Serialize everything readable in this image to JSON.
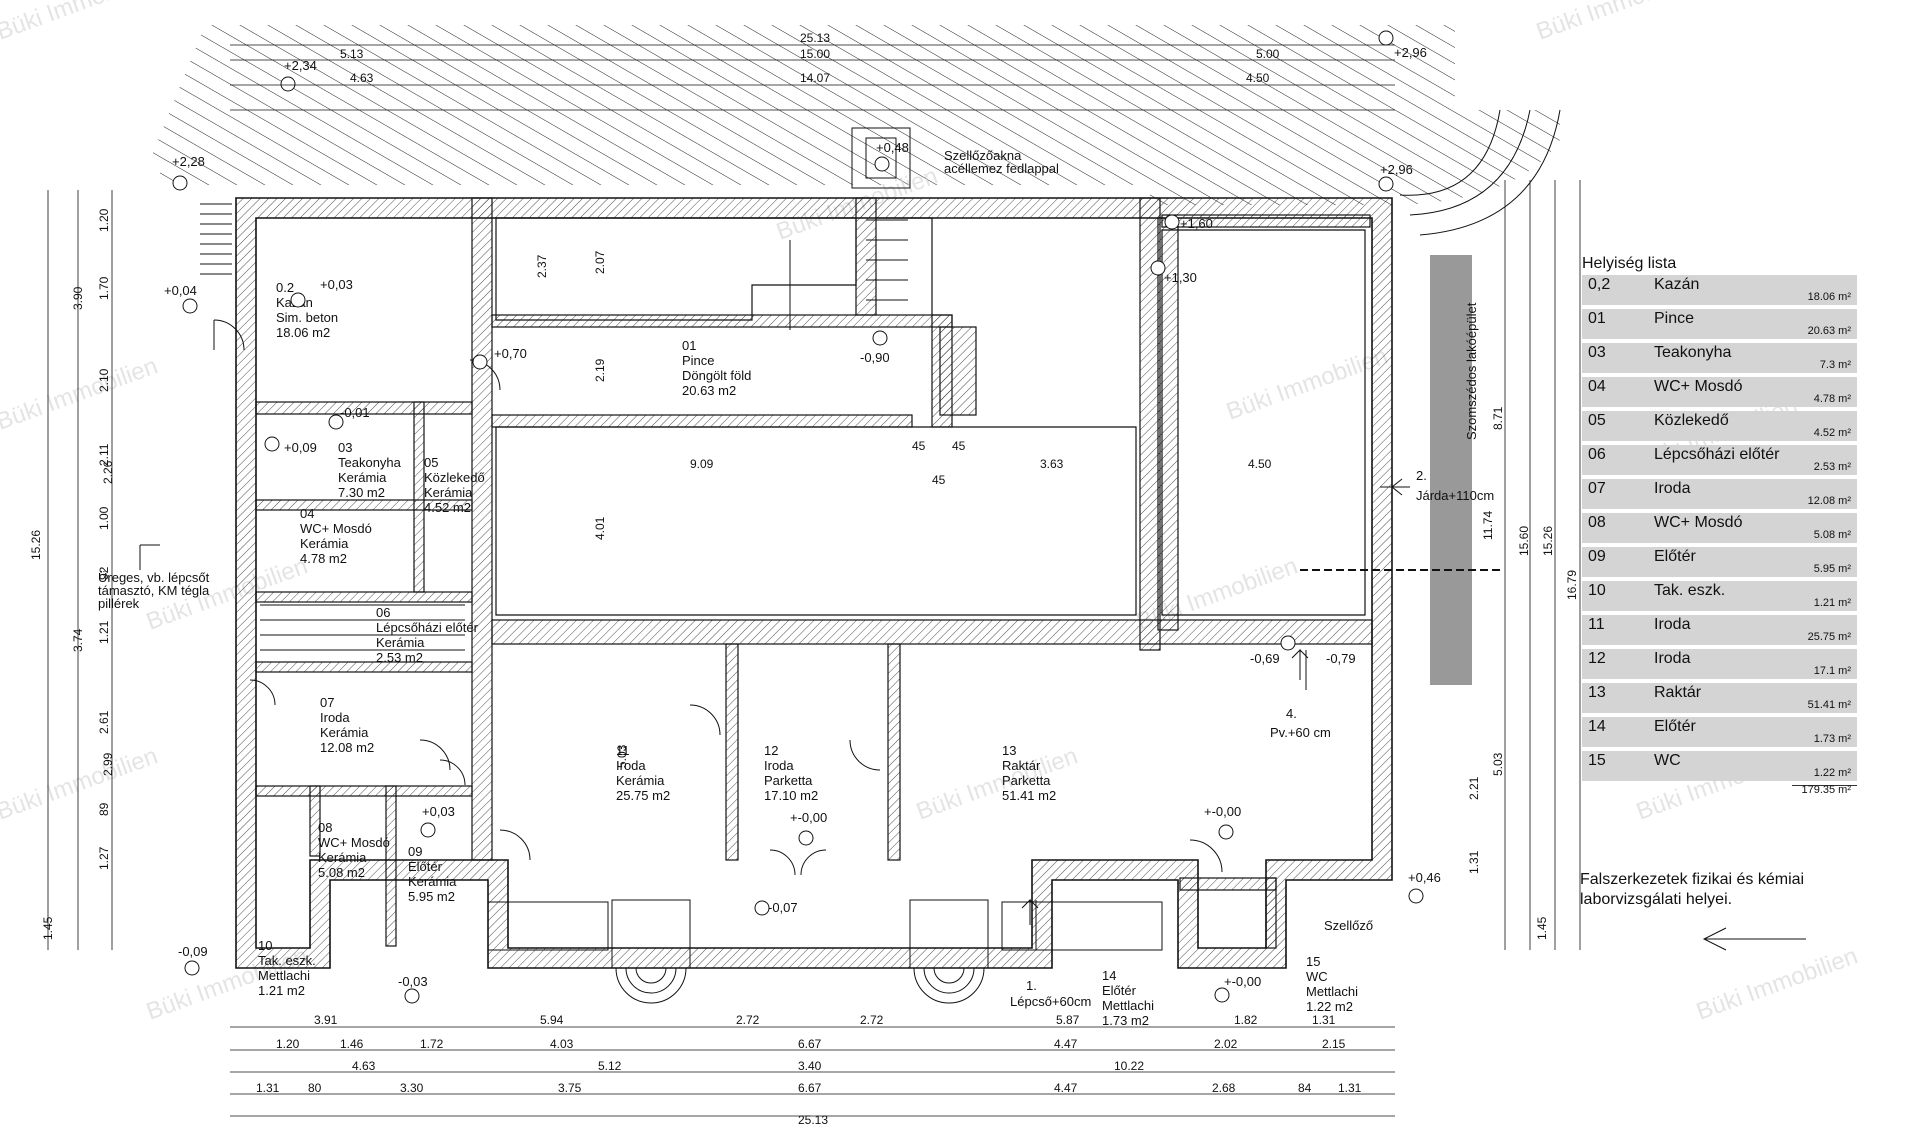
{
  "rooms": [
    {
      "id": "kazan",
      "num": "0.2",
      "name": "Kazán",
      "floor": "Sim. beton",
      "area": "18.06 m2"
    },
    {
      "id": "pince",
      "num": "01",
      "name": "Pince",
      "floor": "Döngölt föld",
      "area": "20.63 m2"
    },
    {
      "id": "teakonyha",
      "num": "03",
      "name": "Teakonyha",
      "floor": "Kerámia",
      "area": "7.30 m2"
    },
    {
      "id": "wc-mosdo-04",
      "num": "04",
      "name": "WC+ Mosdó",
      "floor": "Kerámia",
      "area": "4.78 m2"
    },
    {
      "id": "kozlekedo",
      "num": "05",
      "name": "Közlekedő",
      "floor": "Kerámia",
      "area": "4.52 m2"
    },
    {
      "id": "lepcsohazi",
      "num": "06",
      "name": "Lépcsőházi előtér",
      "floor": "Kerámia",
      "area": "2.53 m2"
    },
    {
      "id": "iroda-07",
      "num": "07",
      "name": "Iroda",
      "floor": "Kerámia",
      "area": "12.08 m2"
    },
    {
      "id": "wc-mosdo-08",
      "num": "08",
      "name": "WC+ Mosdó",
      "floor": "Kerámia",
      "area": "5.08 m2"
    },
    {
      "id": "eloter-09",
      "num": "09",
      "name": "Előtér",
      "floor": "Kerámia",
      "area": "5.95 m2"
    },
    {
      "id": "tak-eszk",
      "num": "10",
      "name": "Tak. eszk.",
      "floor": "Mettlachi",
      "area": "1.21 m2"
    },
    {
      "id": "iroda-11",
      "num": "11",
      "name": "Iroda",
      "floor": "Kerámia",
      "area": "25.75 m2"
    },
    {
      "id": "iroda-12",
      "num": "12",
      "name": "Iroda",
      "floor": "Parketta",
      "area": "17.10 m2"
    },
    {
      "id": "raktar",
      "num": "13",
      "name": "Raktár",
      "floor": "Parketta",
      "area": "51.41 m2"
    },
    {
      "id": "eloter-14",
      "num": "14",
      "name": "Előtér",
      "floor": "Mettlachi",
      "area": "1.73 m2"
    },
    {
      "id": "wc-15",
      "num": "15",
      "name": "WC",
      "floor": "Mettlachi",
      "area": "1.22 m2"
    }
  ],
  "room_list": {
    "title": "Helyiség lista",
    "rows": [
      {
        "num": "0,2",
        "name": "Kazán",
        "area": "18.06 m²"
      },
      {
        "num": "01",
        "name": "Pince",
        "area": "20.63 m²"
      },
      {
        "num": "03",
        "name": "Teakonyha",
        "area": "7.3 m²"
      },
      {
        "num": "04",
        "name": "WC+ Mosdó",
        "area": "4.78 m²"
      },
      {
        "num": "05",
        "name": "Közlekedő",
        "area": "4.52 m²"
      },
      {
        "num": "06",
        "name": "Lépcsőházi előtér",
        "area": "2.53 m²"
      },
      {
        "num": "07",
        "name": "Iroda",
        "area": "12.08 m²"
      },
      {
        "num": "08",
        "name": "WC+ Mosdó",
        "area": "5.08 m²"
      },
      {
        "num": "09",
        "name": "Előtér",
        "area": "5.95 m²"
      },
      {
        "num": "10",
        "name": "Tak. eszk.",
        "area": "1.21 m²"
      },
      {
        "num": "11",
        "name": "Iroda",
        "area": "25.75 m²"
      },
      {
        "num": "12",
        "name": "Iroda",
        "area": "17.1 m²"
      },
      {
        "num": "13",
        "name": "Raktár",
        "area": "51.41 m²"
      },
      {
        "num": "14",
        "name": "Előtér",
        "area": "1.73 m²"
      },
      {
        "num": "15",
        "name": "WC",
        "area": "1.22 m²"
      }
    ],
    "total": "179.35 m²"
  },
  "annotations": {
    "neighbor_building": "Szomszédos lakóépület",
    "shaft": "Szellőzőakna",
    "shaft_cover": "acéllemez fedlappal",
    "hollow_stair": "Üreges, vb. lépcsőt",
    "hollow_stair_2": "támasztó, KM tégla",
    "hollow_stair_3": "pillérek",
    "entrance_1": "1.",
    "entrance_1_note": "Lépcső+60cm",
    "entrance_2": "2.",
    "entrance_2_note": "Járda+110cm",
    "entrance_4": "4.",
    "entrance_4_note": "Pv.+60 cm",
    "vent": "Szellőző",
    "lab_note": "Falszerkezetek fizikai és kémiai laborvizsgálati helyei."
  },
  "elevations": [
    "+2,34",
    "+2,96",
    "+2,28",
    "+0,48",
    "+2,96",
    "+1,60",
    "+1,30",
    "+0,04",
    "+0,03",
    "+0,70",
    "-0,90",
    "-0,01",
    "+0,09",
    "-0,69",
    "-0,79",
    "+-0,00",
    "+-0,00",
    "+0,03",
    "+0,46",
    "-0,07",
    "-0,09",
    "-0,03",
    "+-0,00"
  ],
  "dimensions": {
    "top_total": "25.13",
    "top_1": "15.00",
    "top_2": "14.07",
    "top_left": "5.13",
    "top_left2": "4.63",
    "top_right": "5.00",
    "top_right2": "4.50",
    "bottom_total": "25.13",
    "bottom_row1": [
      "3.91",
      "5.94",
      "2.72",
      "2.72",
      "5.87",
      "1.82",
      "1.31"
    ],
    "bottom_row2": [
      "1.20",
      "1.46",
      "1.72",
      "4.03",
      "6.67",
      "4.47",
      "2.02",
      "2.15"
    ],
    "bottom_row3": [
      "4.63",
      "5.12",
      "3.40",
      "10.22"
    ],
    "bottom_row4": [
      "1.31",
      "80",
      "3.30",
      "3.75",
      "6.67",
      "4.47",
      "2.68",
      "84",
      "1.31"
    ],
    "left_total": "15.26",
    "left_col": [
      "1.20",
      "1.70",
      "2.10",
      "2.11",
      "1.00",
      "92",
      "1.21",
      "2.61",
      "89",
      "1.27",
      "1.45"
    ],
    "left_col2": [
      "3.90",
      "2.26",
      "3.74",
      "2.99"
    ],
    "right_total": "16.79",
    "right_col": [
      "15.60",
      "15.26",
      "11.74",
      "8.71",
      "5.03",
      "2.21",
      "1.31",
      "1.45"
    ],
    "interior": [
      "9.09",
      "3.63",
      "4.50",
      "4.01",
      "2.19",
      "2.37",
      "2.07",
      "5.03",
      "45",
      "45",
      "45"
    ]
  },
  "watermark": "Büki Immobilien"
}
